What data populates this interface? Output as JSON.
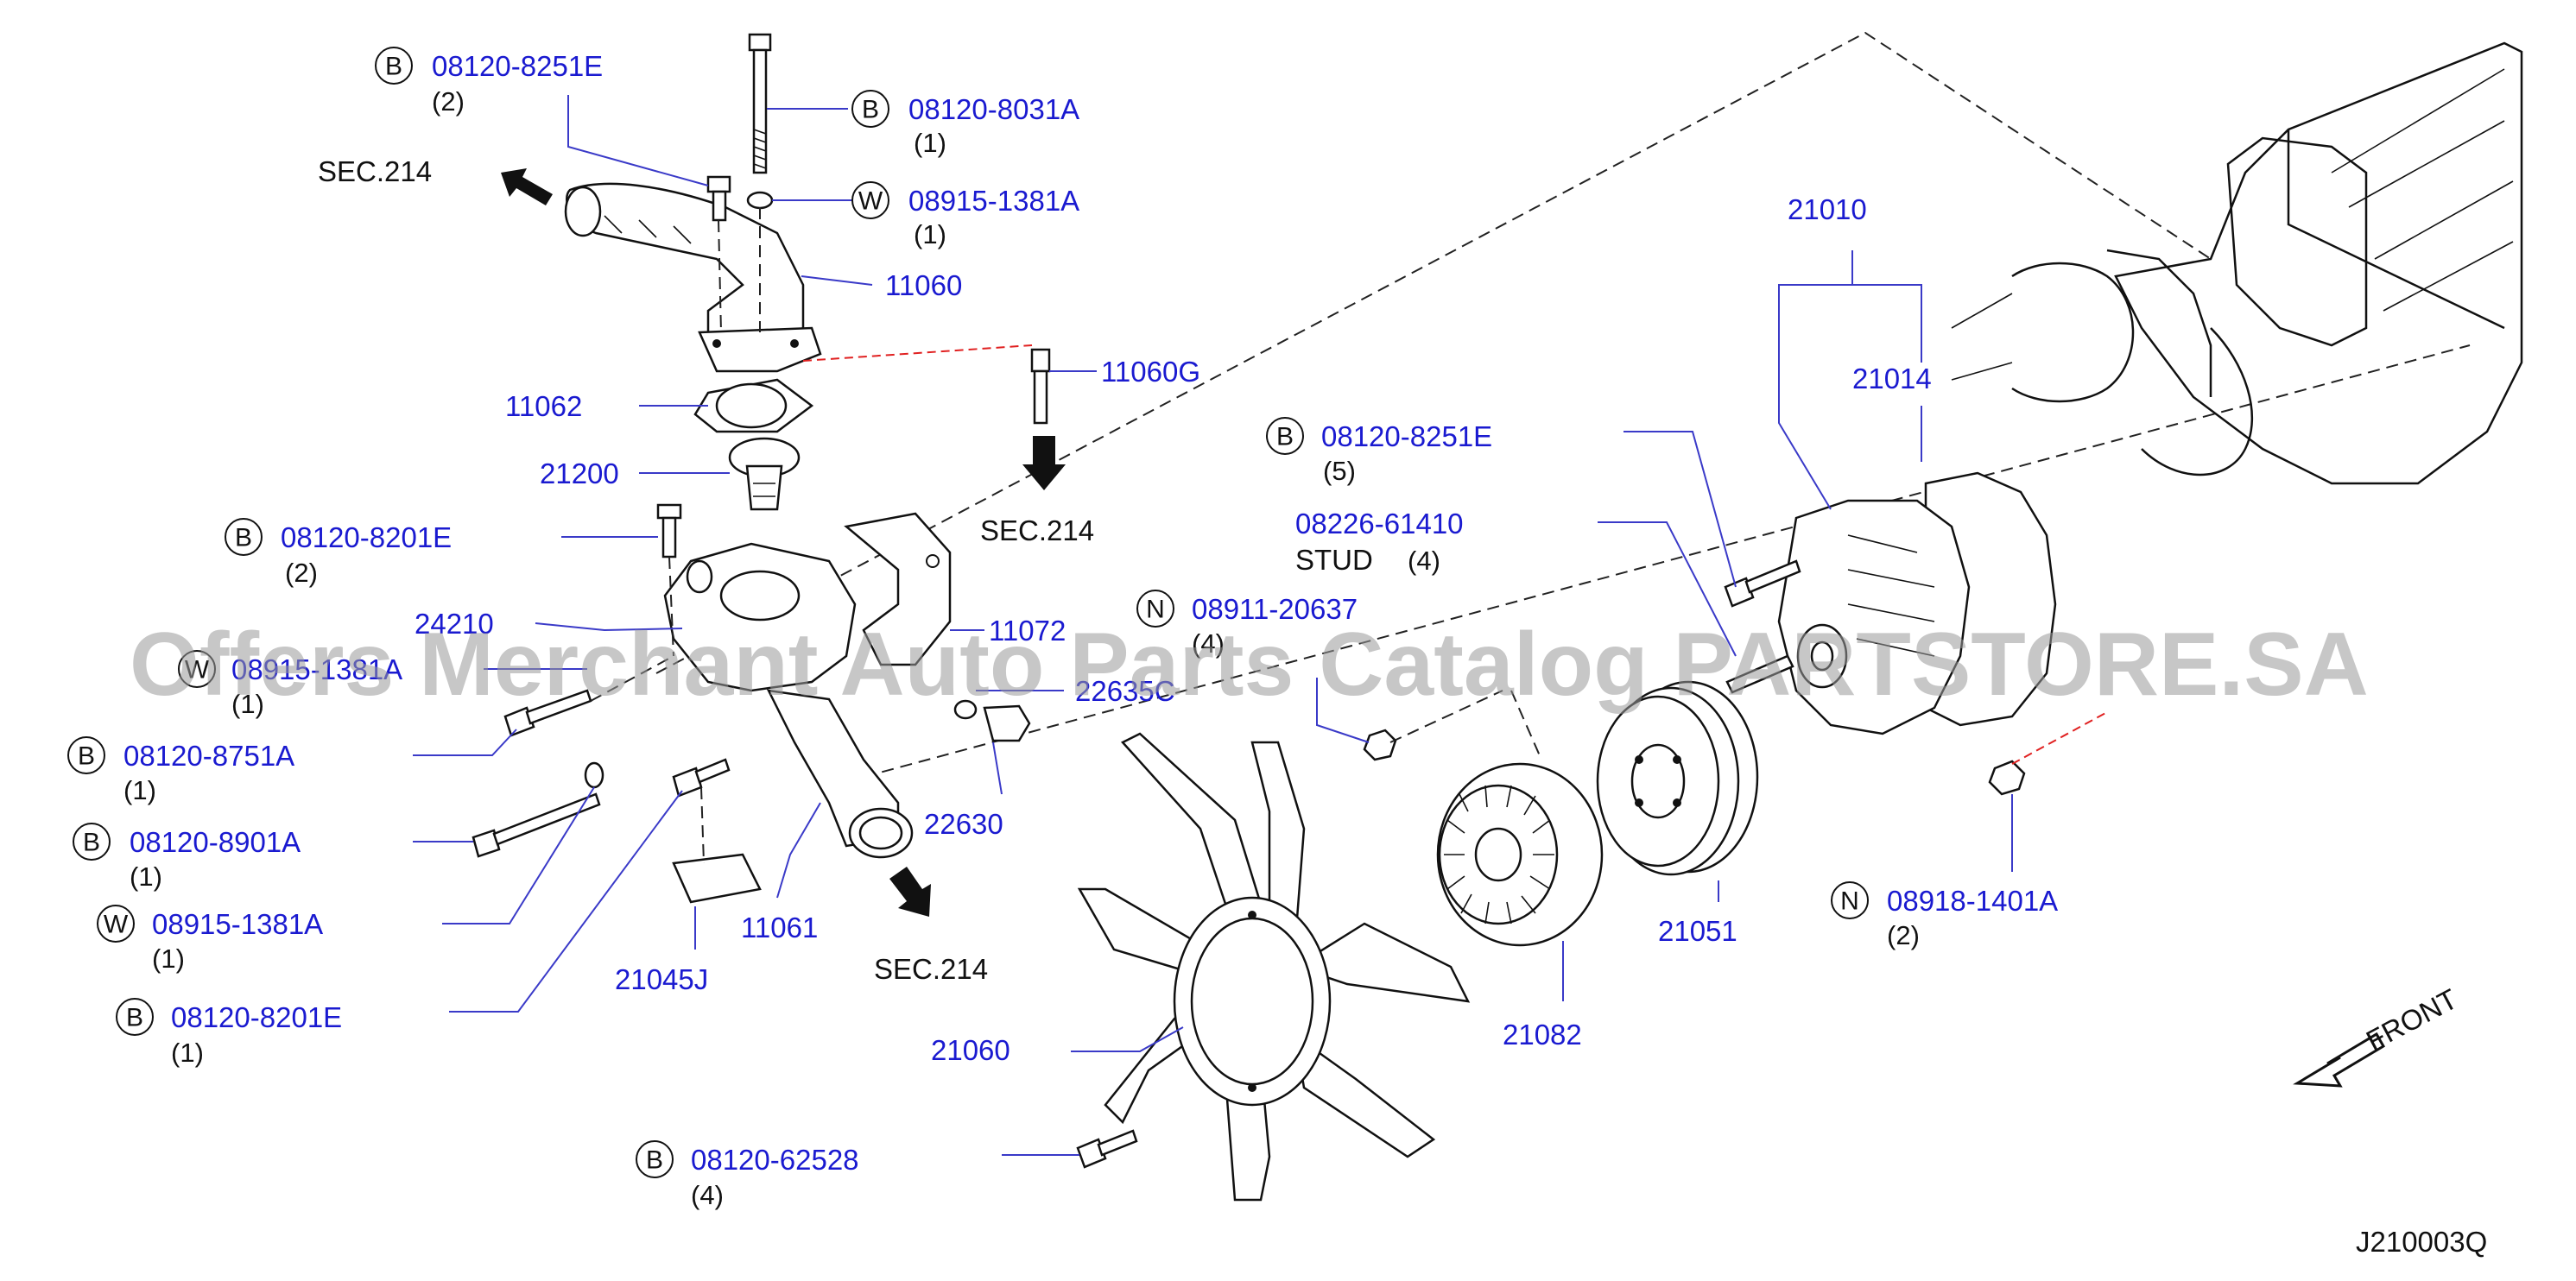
{
  "labels": {
    "p1_code": "08120-8251E",
    "p1_qty": "(2)",
    "p1_letter": "B",
    "p2_code": "08120-8031A",
    "p2_qty": "(1)",
    "p2_letter": "B",
    "p3_code": "08915-1381A",
    "p3_qty": "(1)",
    "p3_letter": "W",
    "p4_code": "11060",
    "p5_code": "11062",
    "p6_code": "11060G",
    "p7_code": "21200",
    "p8_code": "08120-8201E",
    "p8_qty": "(2)",
    "p8_letter": "B",
    "p9_code": "24210",
    "p10_code": "08915-1381A",
    "p10_qty": "(1)",
    "p10_letter": "W",
    "p11_code": "11072",
    "p12_code": "22635C",
    "p13_code": "08120-8751A",
    "p13_qty": "(1)",
    "p13_letter": "B",
    "p14_code": "22630",
    "p15_code": "08120-8901A",
    "p15_qty": "(1)",
    "p15_letter": "B",
    "p16_code": "08915-1381A",
    "p16_qty": "(1)",
    "p16_letter": "W",
    "p17_code": "11061",
    "p18_code": "21045J",
    "p19_code": "08120-8201E",
    "p19_qty": "(1)",
    "p19_letter": "B",
    "p20_code": "21010",
    "p21_code": "21014",
    "p22_code": "08120-8251E",
    "p22_qty": "(5)",
    "p22_letter": "B",
    "p23_code": "08226-61410",
    "p23_desc": "STUD",
    "p23_qty": "(4)",
    "p24_code": "08911-20637",
    "p24_qty": "(4)",
    "p24_letter": "N",
    "p25_code": "21051",
    "p26_code": "21082",
    "p27_code": "21060",
    "p28_code": "08918-1401A",
    "p28_qty": "(2)",
    "p28_letter": "N",
    "p29_code": "08120-62528",
    "p29_qty": "(4)",
    "p29_letter": "B"
  },
  "references": {
    "sec_top": "SEC.214",
    "sec_mid": "SEC.214",
    "sec_bottom": "SEC.214"
  },
  "front_label": "FRONT",
  "watermark": "Offers Merchant Auto Parts Catalog PARTSTORE.SA",
  "diagram_code": "J210003Q",
  "colors": {
    "part_link": "#1a1ad0",
    "red_dash": "#e02020",
    "ink": "#111111"
  }
}
